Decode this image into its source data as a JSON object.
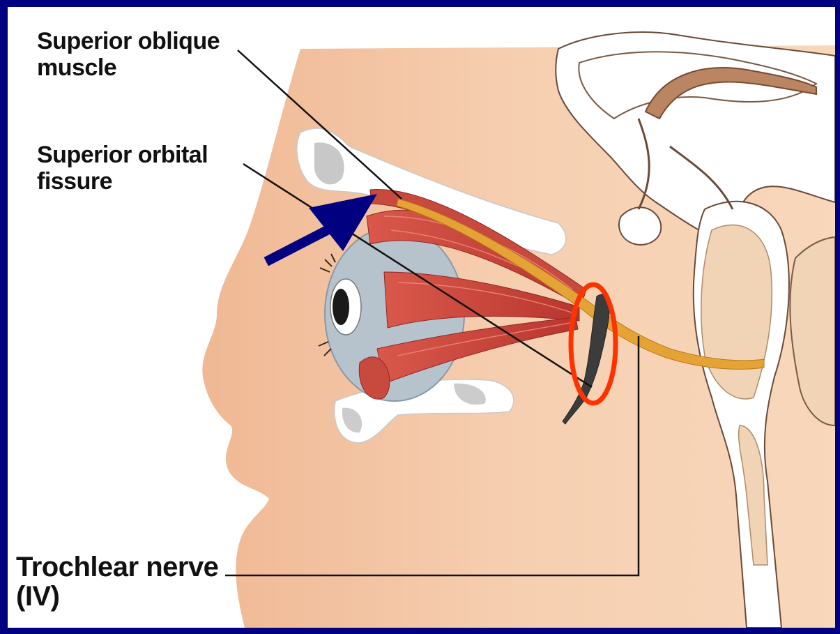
{
  "labels": {
    "superior_oblique": [
      "Superior oblique",
      "muscle"
    ],
    "superior_orbital_fissure": [
      "Superior orbital",
      "fissure"
    ],
    "trochlear_nerve": [
      "Trochlear nerve",
      "(IV)"
    ]
  },
  "colors": {
    "slide_background": "#000080",
    "skin": "#f4c9a8",
    "muscle": "#c8443a",
    "nerve": "#e6a335",
    "highlight_ellipse": "#ff3300",
    "pointer_arrow": "#000080",
    "bone": "#ffffff"
  },
  "annotations": {
    "arrow": "pointer-arrow toward superior orbital fissure",
    "ellipse": "highlight around trochlear nerve exit"
  }
}
